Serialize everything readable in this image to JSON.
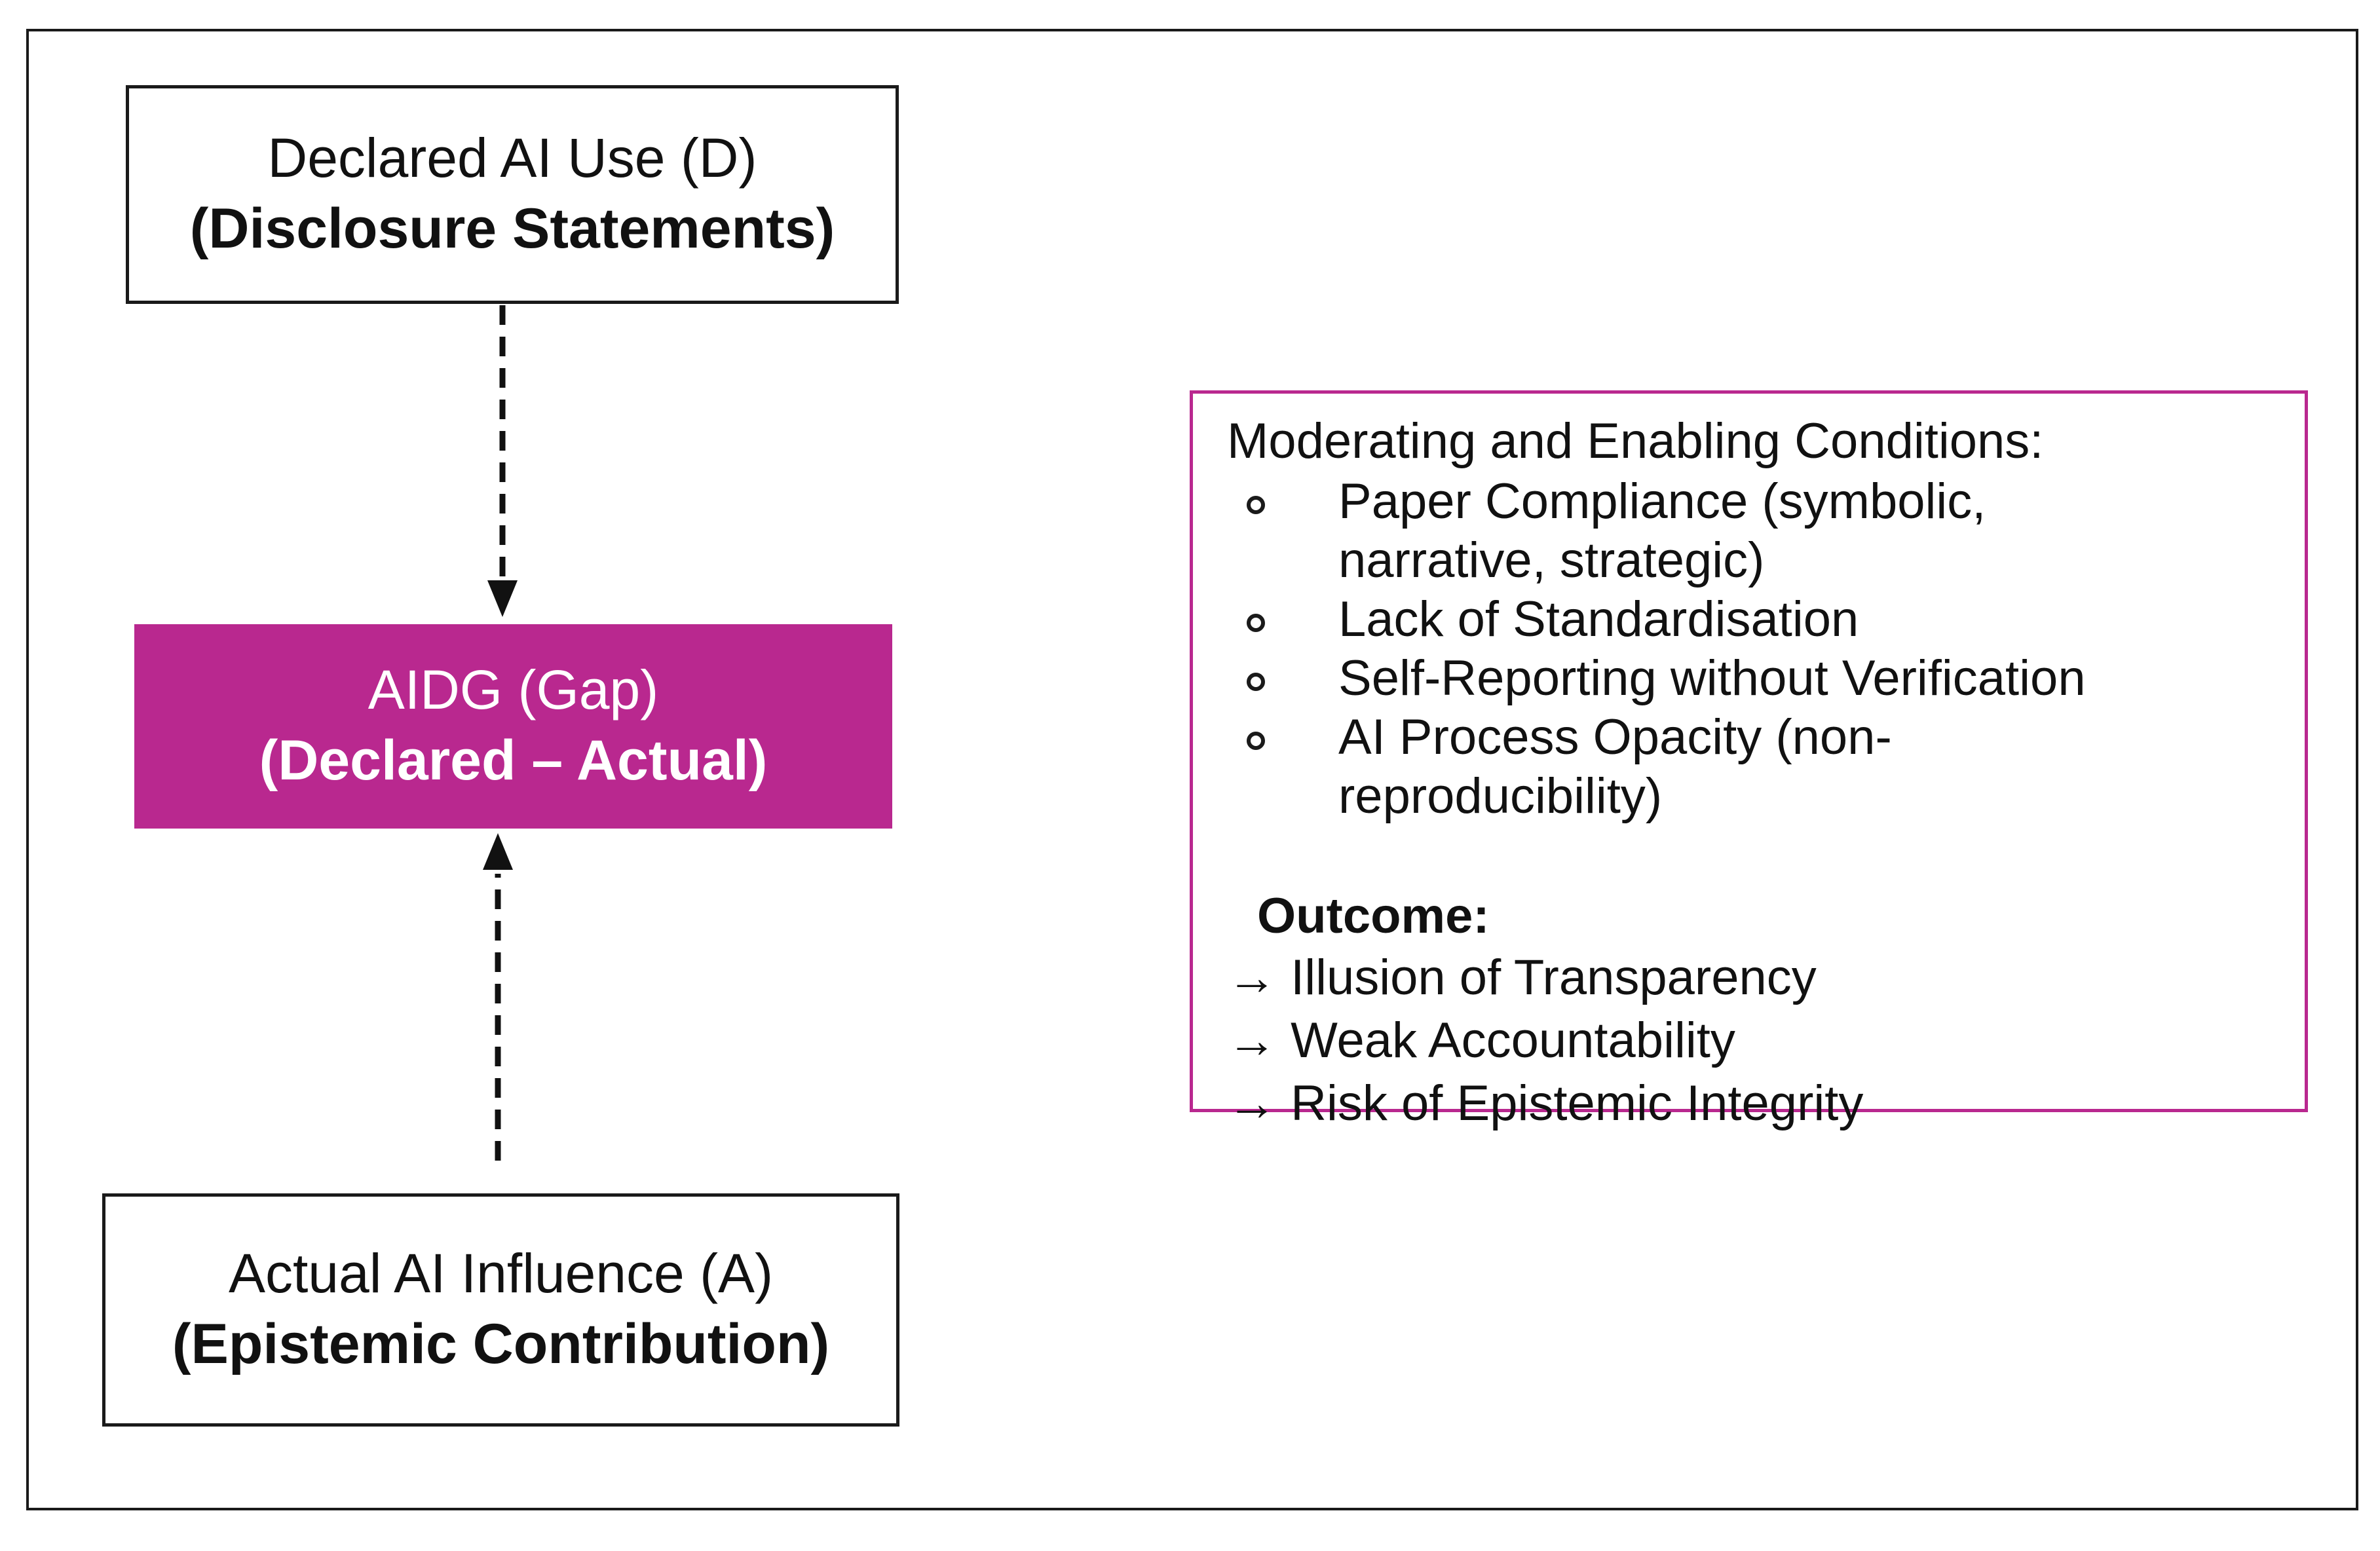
{
  "colors": {
    "accent": "#b9288f",
    "accent_text": "#ffffff",
    "border": "#1a1a1a"
  },
  "nodes": {
    "declared": {
      "line1": "Declared AI Use (D)",
      "line2": "(Disclosure Statements)"
    },
    "gap": {
      "line1": "AIDG (Gap)",
      "line2": "(Declared – Actual)"
    },
    "actual": {
      "line1": "Actual AI Influence (A)",
      "line2": "(Epistemic Contribution)"
    }
  },
  "conditions": {
    "heading": "Moderating and Enabling Conditions:",
    "items": [
      "Paper Compliance (symbolic, narrative, strategic)",
      "Lack of Standardisation",
      "Self-Reporting without Verification",
      "AI Process Opacity (non-reproducibility)"
    ],
    "outcome_label": "Outcome:",
    "outcomes": [
      "→ Illusion of Transparency",
      "→ Weak Accountability",
      "→ Risk of Epistemic Integrity"
    ]
  }
}
